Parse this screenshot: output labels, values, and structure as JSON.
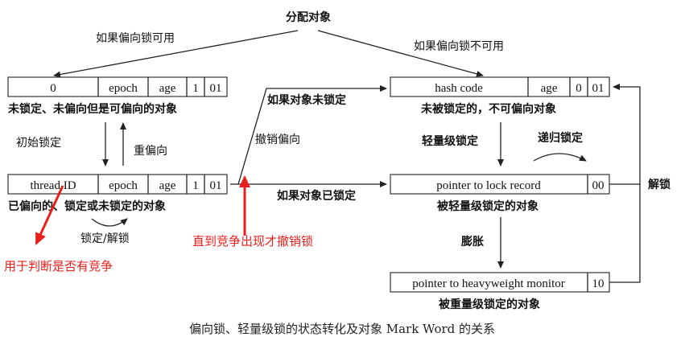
{
  "top_title": "分配对象",
  "branch_left": "如果偏向锁可用",
  "branch_right": "如果偏向锁不可用",
  "box_unlocked_biasable": {
    "cells": [
      "0",
      "epoch",
      "age",
      "1",
      "01"
    ],
    "caption": "未锁定、未偏向但是可偏向的对象"
  },
  "box_biased": {
    "cells": [
      "thread ID",
      "epoch",
      "age",
      "1",
      "01"
    ],
    "caption": "已偏向的、锁定或未锁定的对象"
  },
  "box_unlocked_unbiasable": {
    "cells": [
      "hash code",
      "age",
      "0",
      "01"
    ],
    "caption": "未被锁定的，不可偏向对象"
  },
  "box_lightweight": {
    "cells": [
      "pointer to lock record",
      "00"
    ],
    "caption": "被轻量级锁定的对象"
  },
  "box_heavyweight": {
    "cells": [
      "pointer to heavyweight monitor",
      "10"
    ],
    "caption": "被重量级锁定的对象"
  },
  "labels": {
    "init_lock": "初始锁定",
    "rebias": "重偏向",
    "lock_unlock": "锁定/解锁",
    "revoke_bias": "撤销偏向",
    "if_obj_unlocked": "如果对象未锁定",
    "if_obj_locked": "如果对象已锁定",
    "lightweight_lock": "轻量级锁定",
    "recursive_lock": "递归锁定",
    "inflate": "膨胀",
    "unlock": "解锁"
  },
  "annotations": {
    "revoke_on_contention": "直到竞争出现才撤销锁",
    "thread_id_usage": "用于判断是否有竞争"
  },
  "footer_caption": "偏向锁、轻量级锁的状态转化及对象 Mark Word 的关系",
  "colors": {
    "annotation": "#e8201c",
    "line": "#222222",
    "text": "#111111"
  }
}
